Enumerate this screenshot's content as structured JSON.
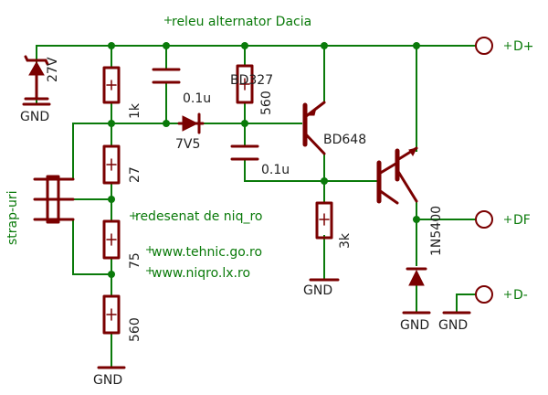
{
  "title": "releu alternator Dacia",
  "credit": "redesenat de niq_ro",
  "urls": [
    "www.tehnic.go.ro",
    "www.niqro.lx.ro"
  ],
  "connector_label": "strap-uri",
  "terminals": {
    "dplus": "D+",
    "df": "DF",
    "dminus": "D-"
  },
  "ground_label": "GND",
  "components": {
    "zener27": "27V",
    "r1k": "1k",
    "c_top": "0.1u",
    "zener7v5": "7V5",
    "r27": "27",
    "r75": "75",
    "r560_bottom": "560",
    "bd327": "BD327",
    "r560_upper": "560",
    "c_mid": "0.1u",
    "bd648": "BD648",
    "r3k": "3k",
    "diode_1n5400": "1N5400"
  }
}
